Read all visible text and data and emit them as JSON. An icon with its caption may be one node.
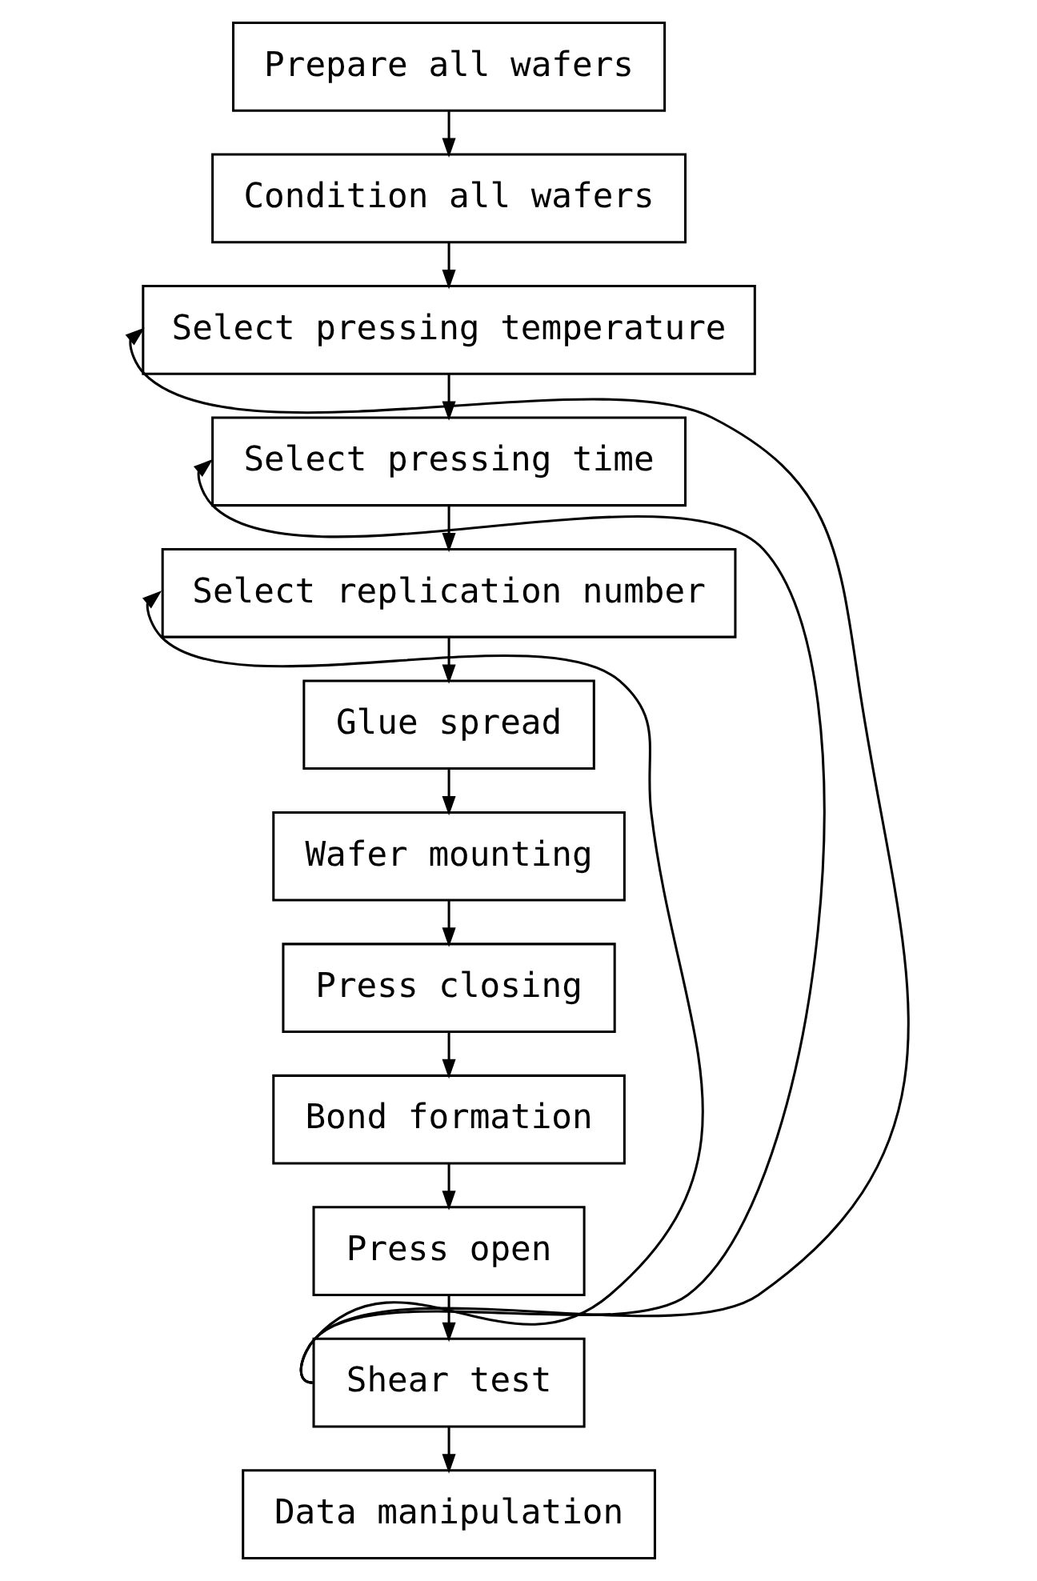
{
  "diagram": {
    "nodes": [
      {
        "text": [
          "Prepare all wafers"
        ]
      },
      {
        "text": [
          "Condition all wafers"
        ]
      },
      {
        "text": [
          "Select pressing temperature"
        ]
      },
      {
        "text": [
          "Select pressing time"
        ]
      },
      {
        "text": [
          "Select replication number"
        ]
      },
      {
        "text": [
          "Glue spread"
        ]
      },
      {
        "text": [
          "Wafer mounting"
        ]
      },
      {
        "text": [
          "Press closing"
        ]
      },
      {
        "text": [
          "Bond formation"
        ]
      },
      {
        "text": [
          "Press open"
        ]
      },
      {
        "text": [
          "Shear test"
        ]
      },
      {
        "text": [
          "Data manipulation"
        ]
      }
    ],
    "edges": [
      {
        "from": 0,
        "to": 1,
        "arrow": "to"
      },
      {
        "from": 1,
        "to": 2,
        "arrow": "to"
      },
      {
        "from": 2,
        "to": 3,
        "arrow": "to"
      },
      {
        "from": 3,
        "to": 4,
        "arrow": "to"
      },
      {
        "from": 4,
        "to": 5,
        "arrow": "to"
      },
      {
        "from": 5,
        "to": 6,
        "arrow": "to"
      },
      {
        "from": 6,
        "to": 7,
        "arrow": "to"
      },
      {
        "from": 7,
        "to": 8,
        "arrow": "to"
      },
      {
        "from": 8,
        "to": 9,
        "arrow": "to"
      },
      {
        "from": 9,
        "to": 10,
        "arrow": "to"
      },
      {
        "from": 10,
        "to": 11,
        "arrow": "to"
      },
      {
        "from": 10,
        "to": 4,
        "arrow": "to"
      },
      {
        "from": 10,
        "to": 3,
        "arrow": "to"
      },
      {
        "from": 10,
        "to": 2,
        "arrow": "to"
      }
    ]
  }
}
